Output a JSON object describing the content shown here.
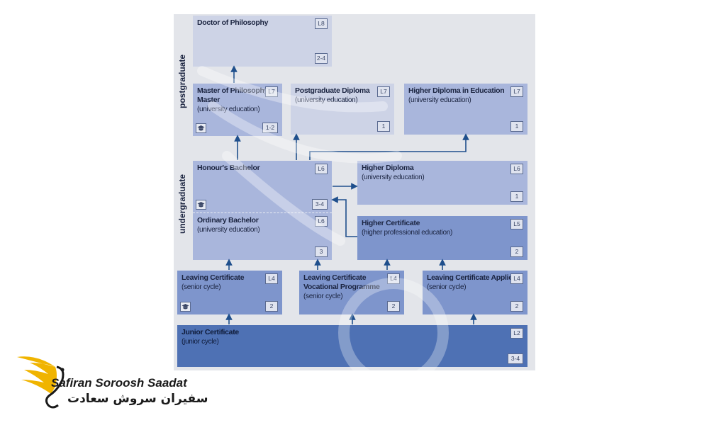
{
  "diagram": {
    "side_labels": {
      "postgraduate": "postgraduate",
      "undergraduate": "undergraduate"
    },
    "nodes": {
      "doctor": {
        "title": "Doctor of Philosophy",
        "level": "L8",
        "years": "2-4"
      },
      "master": {
        "title_line1": "Master of Philosophy/",
        "title_line2": "Master",
        "sub": "(university education)",
        "level": "L7",
        "years": "1-2",
        "icon": "graduation-cap-icon"
      },
      "pg_diploma": {
        "title": "Postgraduate Diploma",
        "sub": "(university education)",
        "level": "L7",
        "years": "1"
      },
      "hd_education": {
        "title": "Higher Diploma in Education",
        "sub": "(university education)",
        "level": "L7",
        "years": "1"
      },
      "honours": {
        "title": "Honour's Bachelor",
        "level": "L6",
        "years": "3-4",
        "icon": "graduation-cap-icon"
      },
      "ordinary": {
        "title": "Ordinary Bachelor",
        "sub": "(university education)",
        "level": "L6",
        "years": "3"
      },
      "higher_diploma": {
        "title": "Higher Diploma",
        "sub": "(university education)",
        "level": "L6",
        "years": "1"
      },
      "higher_certificate": {
        "title": "Higher Certificate",
        "sub": "(higher professional education)",
        "level": "L5",
        "years": "2"
      },
      "leaving_cert": {
        "title": "Leaving Certificate",
        "sub": "(senior cycle)",
        "level": "L4",
        "years": "2",
        "icon": "graduation-cap-icon"
      },
      "lcvp": {
        "title_line1": "Leaving Certificate",
        "title_line2": "Vocational Programme",
        "sub": "(senior cycle)",
        "level": "L4",
        "years": "2"
      },
      "lca": {
        "title": "Leaving Certificate Applied",
        "sub": "(senior cycle)",
        "level": "L4",
        "years": "2"
      },
      "junior": {
        "title": "Junior Certificate",
        "sub": "(junior cycle)",
        "level": "L2",
        "years": "3-4"
      }
    }
  },
  "watermark": {
    "brand_en": "Safiran Soroosh Saadat",
    "brand_fa": "سفیران سروش سعادت"
  },
  "colors": {
    "arrow": "#1f4f8c",
    "logo_gold": "#f0b400"
  }
}
